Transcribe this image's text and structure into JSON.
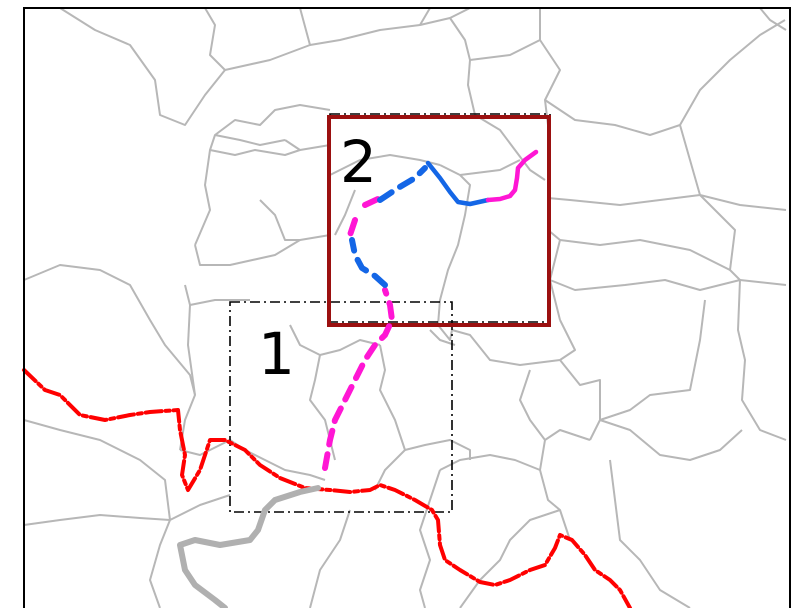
{
  "map": {
    "background": "#ffffff",
    "frame_color": "#000000",
    "district_border_color": "#b7b7b7"
  },
  "regions": [
    {
      "label": "1",
      "style": "dash-dot",
      "color": "#000000"
    },
    {
      "label": "2",
      "style": "dash-dot",
      "color": "#000000",
      "highlight_color": "#9b1010"
    }
  ],
  "routes": [
    {
      "id": "red-boundary",
      "color": "#ff0000",
      "style": "dash-dot"
    },
    {
      "id": "gray-segment",
      "color": "#b0b0b0",
      "style": "solid"
    },
    {
      "id": "magenta-dashed",
      "color": "#ff16d4",
      "style": "dashed"
    },
    {
      "id": "blue-dashed",
      "color": "#1466e6",
      "style": "dashed"
    },
    {
      "id": "blue-solid",
      "color": "#1466e6",
      "style": "solid"
    },
    {
      "id": "magenta-solid",
      "color": "#ff16d4",
      "style": "solid"
    }
  ]
}
